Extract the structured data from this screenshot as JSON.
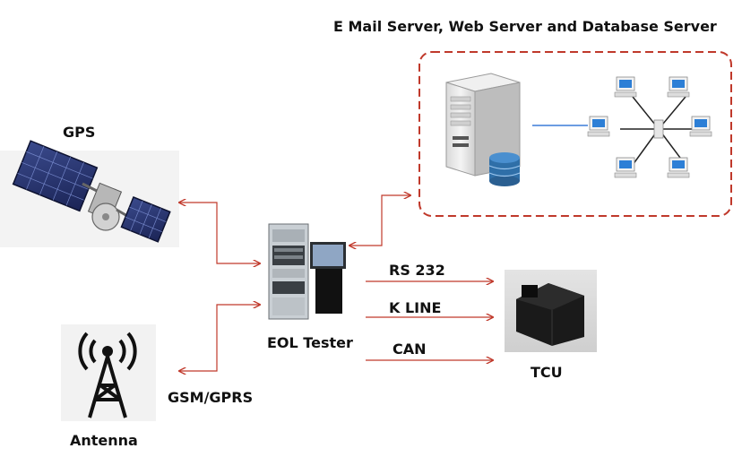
{
  "labels": {
    "servers": "E Mail Server, Web Server and Database Server",
    "gps": "GPS",
    "eol_tester": "EOL Tester",
    "rs232": "RS 232",
    "kline": "K LINE",
    "can": "CAN",
    "tcu": "TCU",
    "gsm_gprs": "GSM/GPRS",
    "antenna": "Antenna"
  },
  "colors": {
    "arrow": "#c0392b",
    "server_box_border": "#c0392b",
    "server_body": "#e8e8e8",
    "database": "#2f6fa8",
    "network_line": "#3b7dd8",
    "tcu_body": "#1a1a1a"
  },
  "icons": [
    "satellite-icon",
    "antenna-icon",
    "eol-tester-icon",
    "server-icon",
    "database-icon",
    "network-computer-icon",
    "tcu-device-icon"
  ]
}
